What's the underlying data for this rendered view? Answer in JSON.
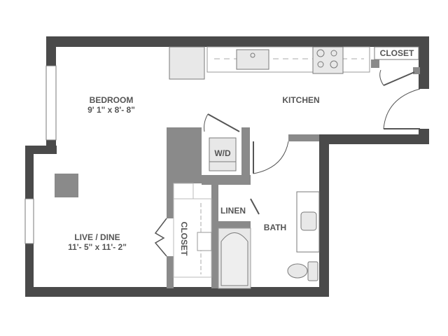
{
  "floorplan": {
    "colors": {
      "wall_dark": "#4a4a4a",
      "wall_mid": "#8a8a8a",
      "fixture_fill": "#e8e8e8",
      "fixture_stroke": "#7a7a7a",
      "label": "#555555",
      "background": "#ffffff"
    },
    "rooms": {
      "bedroom": {
        "name": "BEDROOM",
        "dimensions": "9' 1\" x 8'- 8\""
      },
      "kitchen": {
        "name": "KITCHEN"
      },
      "closet_kitchen": {
        "name": "CLOSET"
      },
      "wd": {
        "name": "W/D"
      },
      "linen": {
        "name": "LINEN"
      },
      "bath": {
        "name": "BATH"
      },
      "closet_live": {
        "name": "CLOSET"
      },
      "live_dine": {
        "name": "LIVE / DINE",
        "dimensions": "11'- 5\" x 11'- 2\""
      }
    }
  }
}
